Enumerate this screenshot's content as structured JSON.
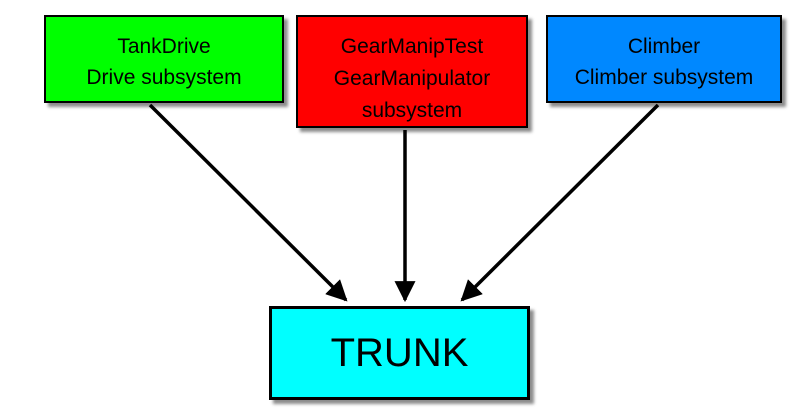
{
  "colors": {
    "tankdrive_fill": "#00ff00",
    "gearmanip_fill": "#ff0000",
    "climber_fill": "#0088ff",
    "trunk_fill": "#00ffff",
    "stroke": "#000000"
  },
  "nodes": {
    "tankdrive": {
      "line1": "TankDrive",
      "line2": "Drive subsystem"
    },
    "gearmanip": {
      "line1": "GearManipTest",
      "line2": "GearManipulator",
      "line3": "subsystem"
    },
    "climber": {
      "line1": "Climber",
      "line2": "Climber subsystem"
    },
    "trunk": {
      "label": "TRUNK"
    }
  },
  "edges": [
    {
      "from": "TankDrive",
      "to": "TRUNK"
    },
    {
      "from": "GearManipTest",
      "to": "TRUNK"
    },
    {
      "from": "Climber",
      "to": "TRUNK"
    }
  ]
}
